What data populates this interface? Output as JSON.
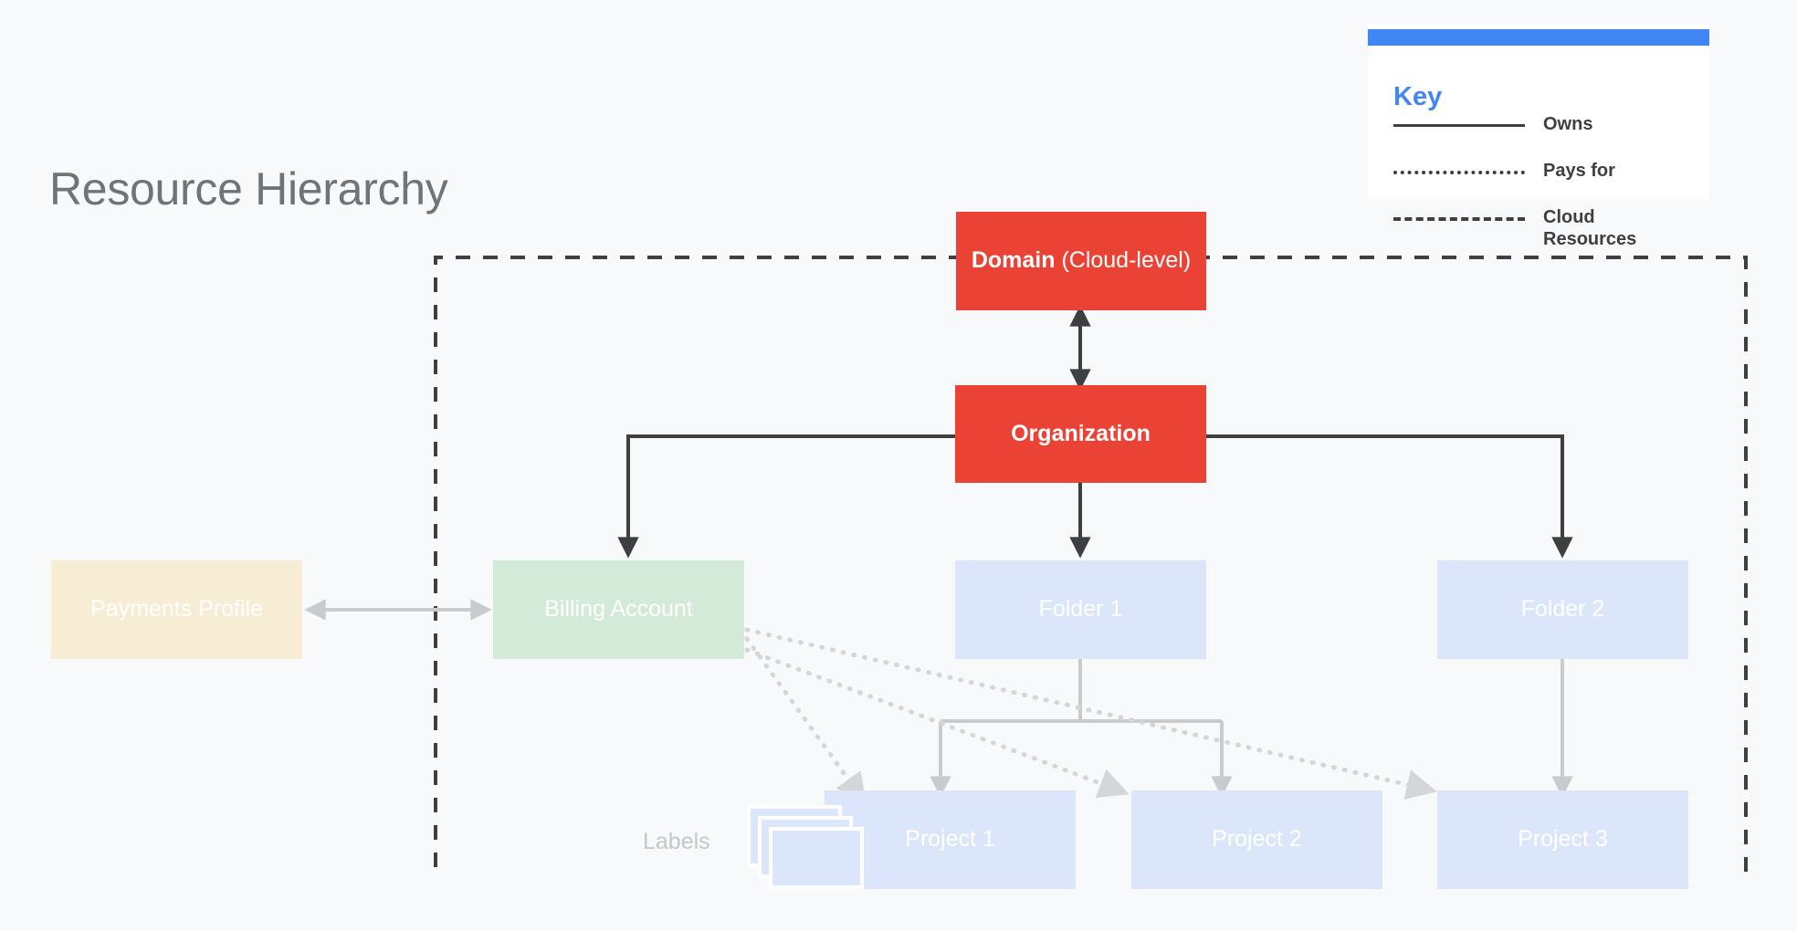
{
  "page": {
    "title": "Resource Hierarchy",
    "background_color": "#f7f9fa"
  },
  "legend": {
    "heading": "Key",
    "accent_color": "#4285f4",
    "rows": [
      {
        "style": "solid",
        "label": "Owns"
      },
      {
        "style": "dotted",
        "label": "Pays for"
      },
      {
        "style": "dashed",
        "label": "Cloud Resources"
      }
    ]
  },
  "nodes": {
    "domain": {
      "title": "Domain",
      "suffix": " (Cloud-level)",
      "color": "#ea4335"
    },
    "organization": {
      "title": "Organization",
      "color": "#ea4335"
    },
    "payments_profile": {
      "title": "Payments Profile",
      "color": "#f7ecd4"
    },
    "billing_account": {
      "title": "Billing Account",
      "color": "#d4ead8"
    },
    "folder_1": {
      "title": "Folder 1",
      "color": "#dbe6fa"
    },
    "folder_2": {
      "title": "Folder 2",
      "color": "#dbe6fa"
    },
    "project_1": {
      "title": "Project 1",
      "color": "#dbe6fa"
    },
    "project_2": {
      "title": "Project 2",
      "color": "#dbe6fa"
    },
    "project_3": {
      "title": "Project 3",
      "color": "#dbe6fa"
    },
    "labels": {
      "title": "Labels"
    }
  }
}
